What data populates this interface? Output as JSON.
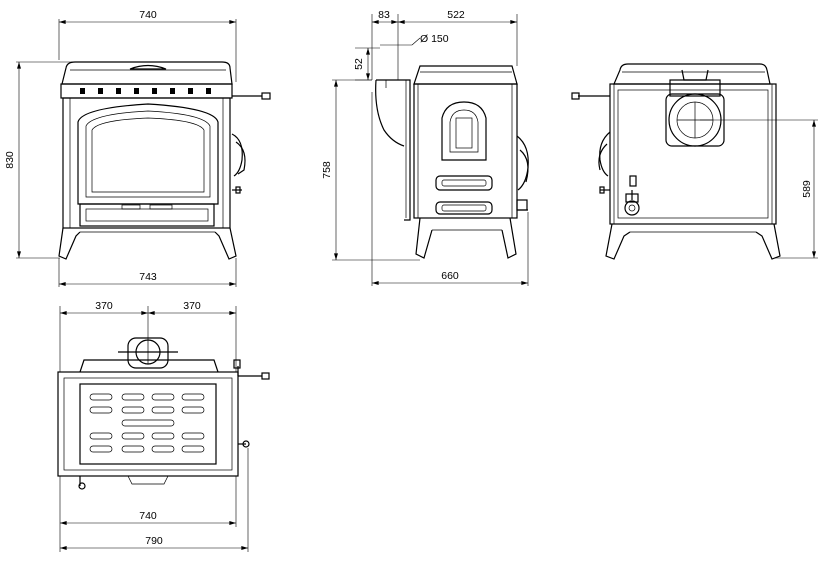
{
  "front_view": {
    "dim_top_width": "740",
    "dim_bottom_width": "743",
    "dim_height": "830"
  },
  "side_view": {
    "dim_flue_offset": "83",
    "dim_body_depth": "522",
    "dim_flue_diameter": "Ø  150",
    "dim_flue_height": "52",
    "dim_height": "758",
    "dim_total_depth": "660"
  },
  "rear_view": {
    "dim_flue_axis_height": "589"
  },
  "top_view": {
    "dim_left_half": "370",
    "dim_right_half": "370",
    "dim_body_width": "740",
    "dim_total_width": "790"
  }
}
